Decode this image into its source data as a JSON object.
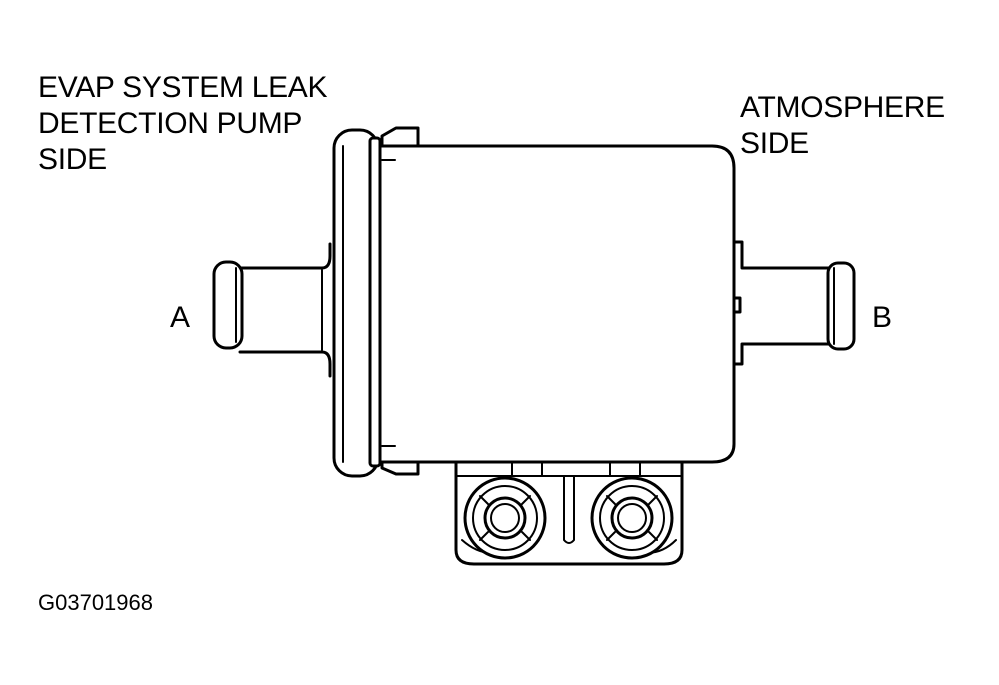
{
  "labels": {
    "pump_side": [
      "EVAP SYSTEM LEAK",
      "DETECTION PUMP",
      "SIDE"
    ],
    "atmosphere_side": [
      "ATMOSPHERE",
      "SIDE"
    ],
    "port_a": "A",
    "port_b": "B"
  },
  "figure_code": "G03701968",
  "colors": {
    "line": "#000000",
    "background": "#ffffff"
  }
}
